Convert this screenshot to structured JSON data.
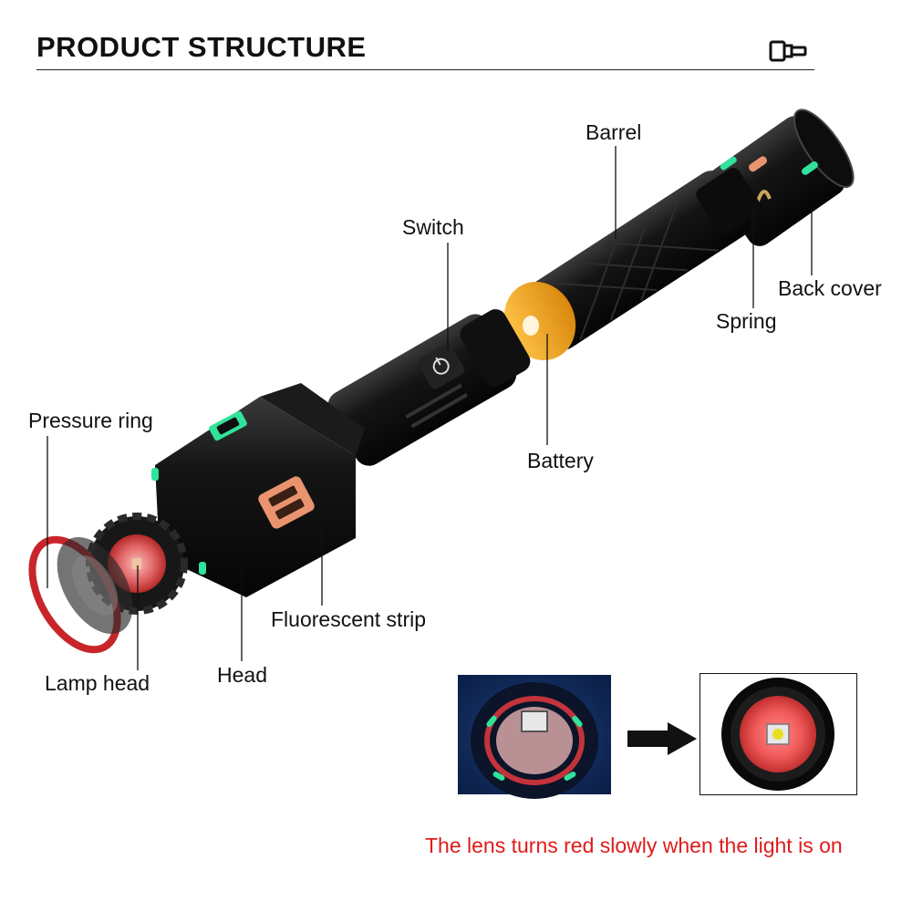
{
  "title": "PRODUCT STRUCTURE",
  "icons": {
    "header": "flashlight-icon",
    "arrow": "arrow-right-icon"
  },
  "labels": {
    "barrel": "Barrel",
    "switch": "Switch",
    "back_cover": "Back cover",
    "spring": "Spring",
    "battery": "Battery",
    "pressure_ring": "Pressure ring",
    "fluorescent_strip": "Fluorescent strip",
    "lamp_head": "Lamp head",
    "head": "Head"
  },
  "caption": "The lens turns red slowly when the light is on",
  "colors": {
    "caption": "#e01b1b",
    "body": "#141414",
    "accent_orange": "#e9946f",
    "accent_green": "#2fe39a",
    "ring_red": "#c8252b",
    "battery": "#f2a51c"
  }
}
